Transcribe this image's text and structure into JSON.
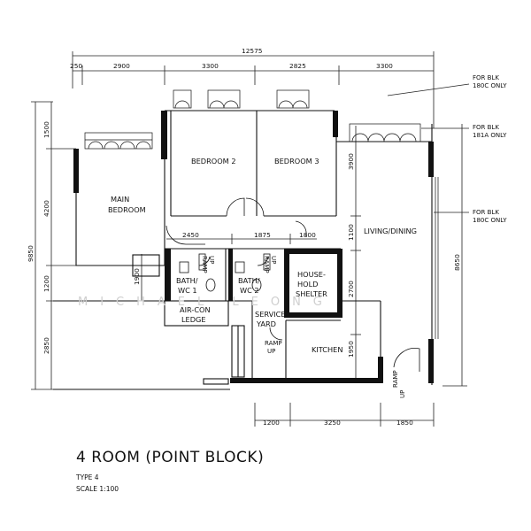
{
  "title": "4 ROOM (POINT BLOCK)",
  "type_label": "TYPE 4",
  "scale_label": "SCALE  1:100",
  "watermark": "MICHAEL LEONG",
  "rooms": {
    "main_bedroom": [
      "MAIN",
      "BEDROOM"
    ],
    "bedroom2": "BEDROOM 2",
    "bedroom3": "BEDROOM 3",
    "living_dining": "LIVING/DINING",
    "bath1": [
      "BATH/",
      "WC 1"
    ],
    "bath2": [
      "BATH/",
      "WC 2"
    ],
    "household_shelter": [
      "HOUSE-",
      "HOLD",
      "SHELTER"
    ],
    "aircon_ledge": [
      "AIR-CON",
      "LEDGE"
    ],
    "service_yard": [
      "SERVICE",
      "YARD"
    ],
    "kitchen": "KITCHEN",
    "ramp_up": [
      "RAMP",
      "UP"
    ]
  },
  "dimensions": {
    "overall": "12575",
    "top": [
      "250",
      "2900",
      "3300",
      "2825",
      "3300"
    ],
    "left": [
      "1500",
      "4200",
      "1200",
      "2850"
    ],
    "left_total": "9850",
    "right_total": "8650",
    "interior_h": [
      "2450",
      "1875",
      "1800"
    ],
    "interior_v": [
      "3900",
      "1100",
      "2700",
      "1950",
      "1900"
    ],
    "bottom": [
      "1200",
      "3250",
      "1850"
    ]
  },
  "notes": {
    "note1": [
      "FOR BLK",
      "180C ONLY"
    ],
    "note2": [
      "FOR BLK",
      "181A ONLY"
    ],
    "note3": [
      "FOR BLK",
      "180C ONLY"
    ]
  }
}
